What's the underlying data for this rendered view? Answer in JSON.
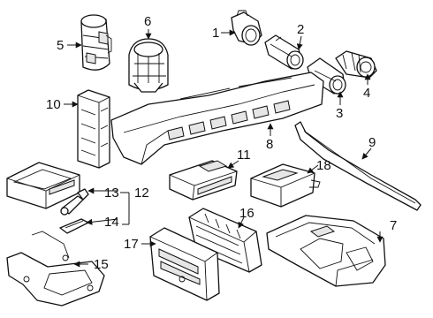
{
  "diagram": {
    "callouts": {
      "c1": "1",
      "c2": "2",
      "c3": "3",
      "c4": "4",
      "c5": "5",
      "c6": "6",
      "c7": "7",
      "c8": "8",
      "c9": "9",
      "c10": "10",
      "c11": "11",
      "c12": "12",
      "c13": "13",
      "c14": "14",
      "c15": "15",
      "c16": "16",
      "c17": "17",
      "c18": "18"
    }
  }
}
